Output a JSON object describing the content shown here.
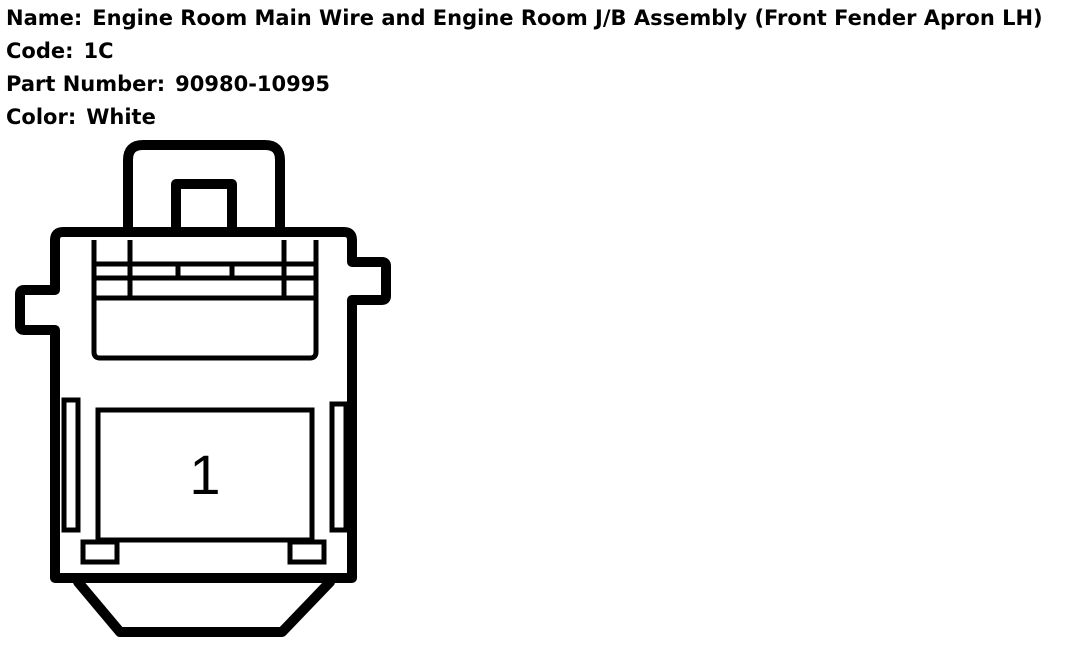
{
  "info": {
    "name_label": "Name:",
    "name_value": "Engine Room Main Wire and Engine Room J/B Assembly (Front Fender Apron LH)",
    "code_label": "Code:",
    "code_value": "1C",
    "part_label": "Part Number:",
    "part_value": "90980-10995",
    "color_label": "Color:",
    "color_value": "White"
  },
  "connector": {
    "pins": [
      {
        "number": "1"
      }
    ]
  }
}
